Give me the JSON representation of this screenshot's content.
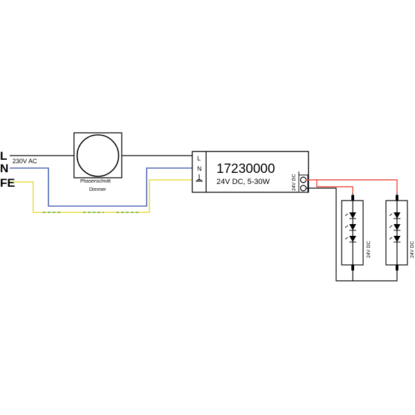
{
  "inputs": {
    "l_label": "L",
    "n_label": "N",
    "fe_label": "FE",
    "voltage": "230V AC"
  },
  "dimmer": {
    "line1": "Phasenschnitt",
    "line2": "Dimmer"
  },
  "driver": {
    "part_number": "17230000",
    "spec": "24V DC, 5-30W",
    "terminal_l": "L",
    "terminal_n": "N",
    "output_label": "24V DC"
  },
  "modules": [
    {
      "label": "24V DC"
    },
    {
      "label": "24V DC"
    }
  ],
  "colors": {
    "line": "#000000",
    "neutral": "#4a64b4",
    "earth_yellow": "#e6dc3c",
    "earth_green": "#5aaa46",
    "positive": "#e84a3a"
  }
}
